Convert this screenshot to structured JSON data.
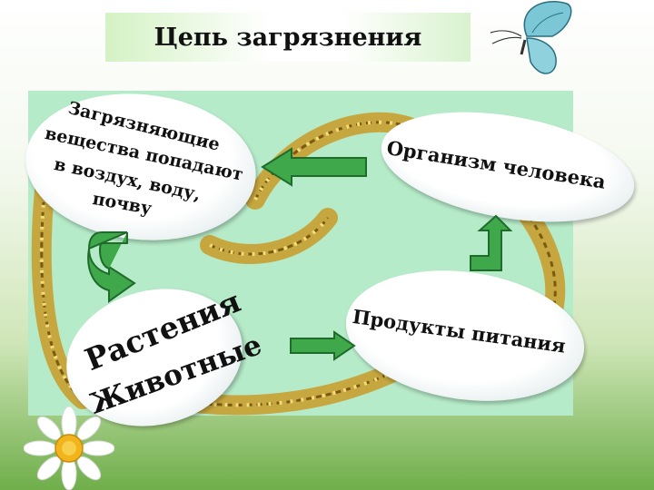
{
  "title": "Цепь загрязнения",
  "nodes": {
    "pollutants": {
      "lines": [
        "Загрязняющие",
        "вещества попадают",
        "в воздух, воду,",
        "почву"
      ]
    },
    "organism": {
      "text": "Организм человека"
    },
    "plants": {
      "line1": "Растения",
      "line2": "Животные"
    },
    "food": {
      "text": "Продукты питания"
    }
  },
  "colors": {
    "arrow_fill": "#3fa84a",
    "arrow_stroke": "#1f6b2c",
    "panel": "#b6ebc9"
  }
}
